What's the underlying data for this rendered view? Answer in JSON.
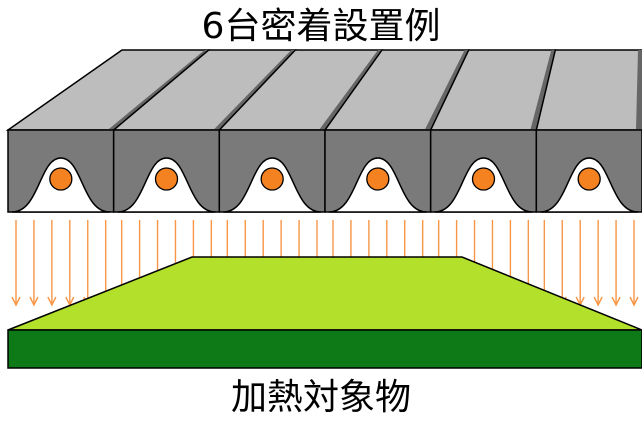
{
  "title": "6台密着設置例",
  "caption": "加熱対象物",
  "heater_count": 6,
  "colors": {
    "housing_top": "#bdbdbd",
    "housing_face": "#7a7a7a",
    "housing_side": "#666666",
    "reflector": "#ffffff",
    "lamp": "#f58220",
    "ray": "#f79646",
    "target_top": "#b3e02a",
    "target_side": "#0d7a17",
    "outline": "#000000"
  }
}
